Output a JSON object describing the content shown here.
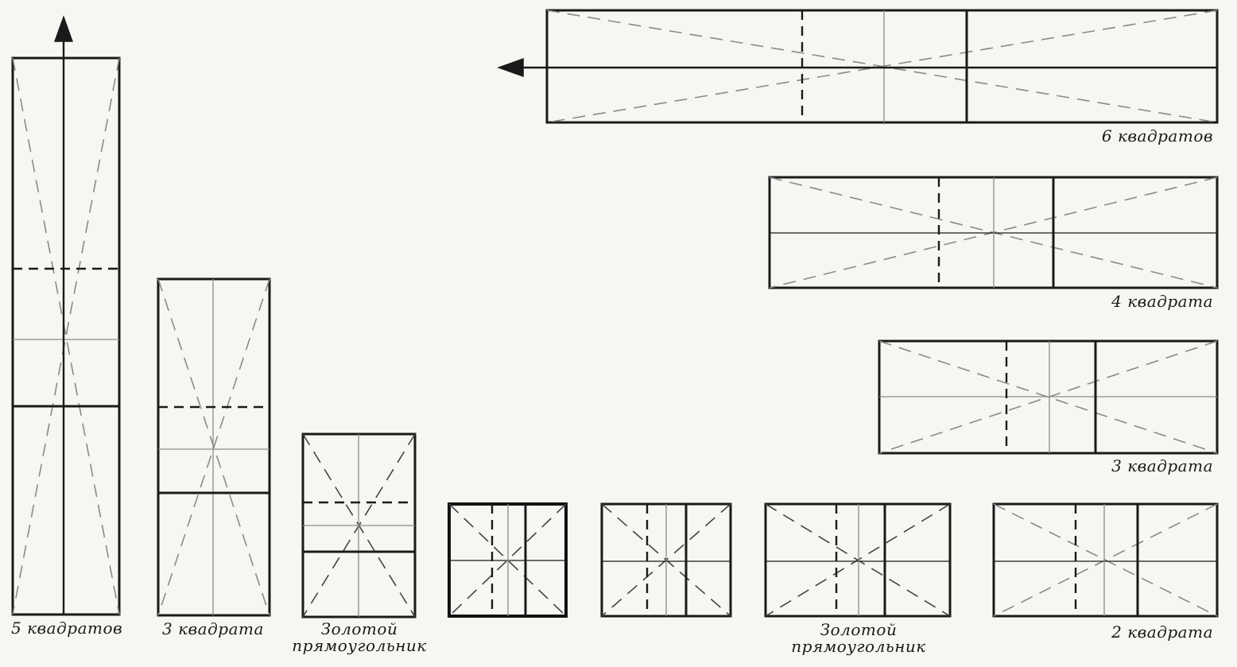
{
  "figure": {
    "captions": {
      "five_squares": "5 квадратов",
      "three_squares_vertical": "3 квадрата",
      "golden_vertical_line1": "Золотой",
      "golden_vertical_line2": "прямоугольник",
      "golden_horizontal_line1": "Золотой",
      "golden_horizontal_line2": "прямоугольник",
      "two_squares": "2 квадрата",
      "three_squares_horizontal": "3 квадрата",
      "four_squares": "4 квадрата",
      "six_squares": "6 квадратов"
    }
  }
}
